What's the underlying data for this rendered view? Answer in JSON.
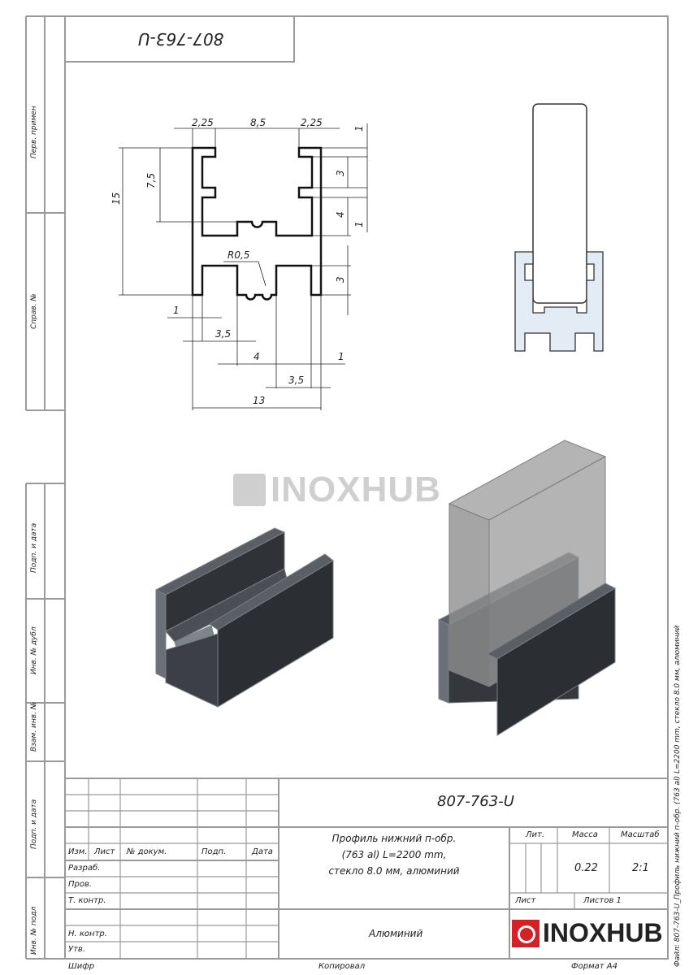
{
  "designation": "807-763-U",
  "left_strip": [
    "Перв. примен",
    "Справ. №",
    "Подп. и дата",
    "Инв. № дубл",
    "Взам. инв. №",
    "Подп. и дата",
    "Инв. № подл"
  ],
  "dimensions": {
    "top_left": "2,25",
    "top_mid": "8,5",
    "top_right": "2,25",
    "height_total": "15",
    "height_channel": "7,5",
    "right_1a": "1",
    "right_3a": "3",
    "right_4": "4",
    "right_1b": "1",
    "right_3b": "3",
    "radius": "R0,5",
    "bot_1": "1",
    "bot_3_5a": "3,5",
    "bot_4": "4",
    "bot_1b": "1",
    "bot_3_5b": "3,5",
    "width_total": "13"
  },
  "watermark": "INOXHUB",
  "title_block": {
    "headers": {
      "izm": "Изм.",
      "list": "Лист",
      "doc": "№ докум.",
      "podp": "Подп.",
      "date": "Дата"
    },
    "roles": [
      "Разраб.",
      "Пров.",
      "Т. контр.",
      "",
      "Н. контр.",
      "Утв."
    ],
    "code": "807-763-U",
    "description": [
      "Профиль нижний п-обр.",
      "(763 al) L=2200 mm,",
      "стекло 8.0 мм, алюминий"
    ],
    "material": "Алюминий",
    "lit_label": "Лит.",
    "mass_label": "Масса",
    "scale_label": "Масштаб",
    "mass": "0.22",
    "scale": "2:1",
    "sheet_label": "Лист",
    "sheets_label": "Листов 1",
    "logo": "INOXHUB"
  },
  "footer": {
    "cipher": "Шифр",
    "copied": "Копировал",
    "format": "Формат A4"
  },
  "file_label": "Файл: 807-763-U_Профиль нижний п-обр. (763 al) L=2200 mm, стекло 8.0 мм, алюминий",
  "colors": {
    "brand_red": "#d42027",
    "profile_dark": "#3a3d42",
    "glass": "#8a8a8a"
  }
}
